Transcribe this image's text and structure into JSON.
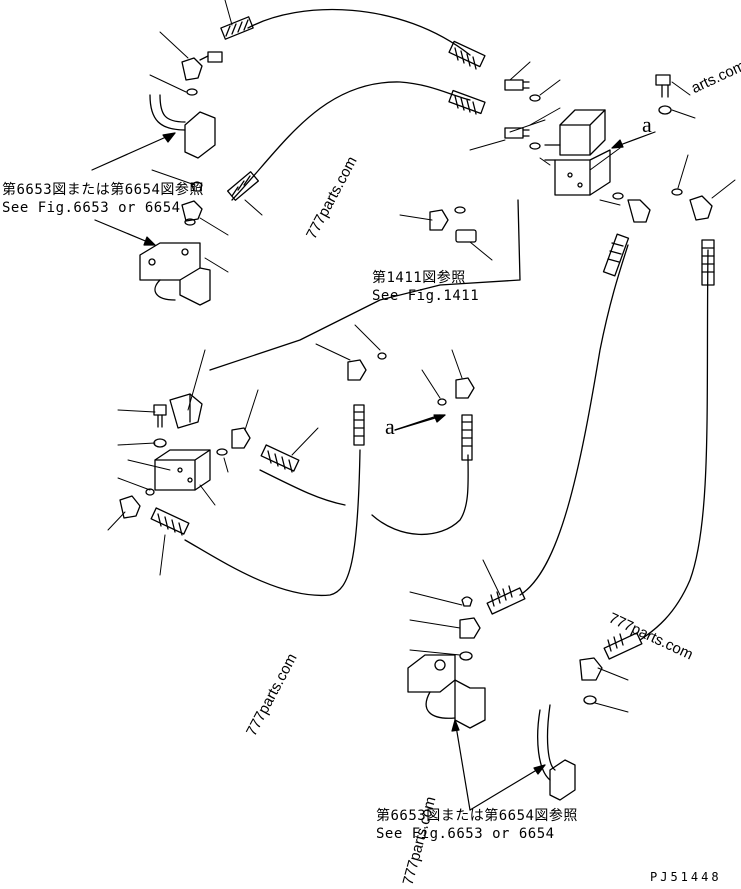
{
  "callouts": {
    "top_left_jp": "第6653図または第6654図参照",
    "top_left_en": "See Fig.6653 or 6654",
    "center_jp": "第1411図参照",
    "center_en": "See Fig.1411",
    "bottom_jp": "第6653図または第6654図参照",
    "bottom_en": "See Fig.6653 or 6654"
  },
  "reference_markers": {
    "upper": "a",
    "lower": "a"
  },
  "watermarks": {
    "center": "777parts.com",
    "left": "777parts.com",
    "bottom": "777parts.com",
    "right": "777parts.com",
    "top_right": "arts.com"
  },
  "drawing_code": "PJ51448"
}
